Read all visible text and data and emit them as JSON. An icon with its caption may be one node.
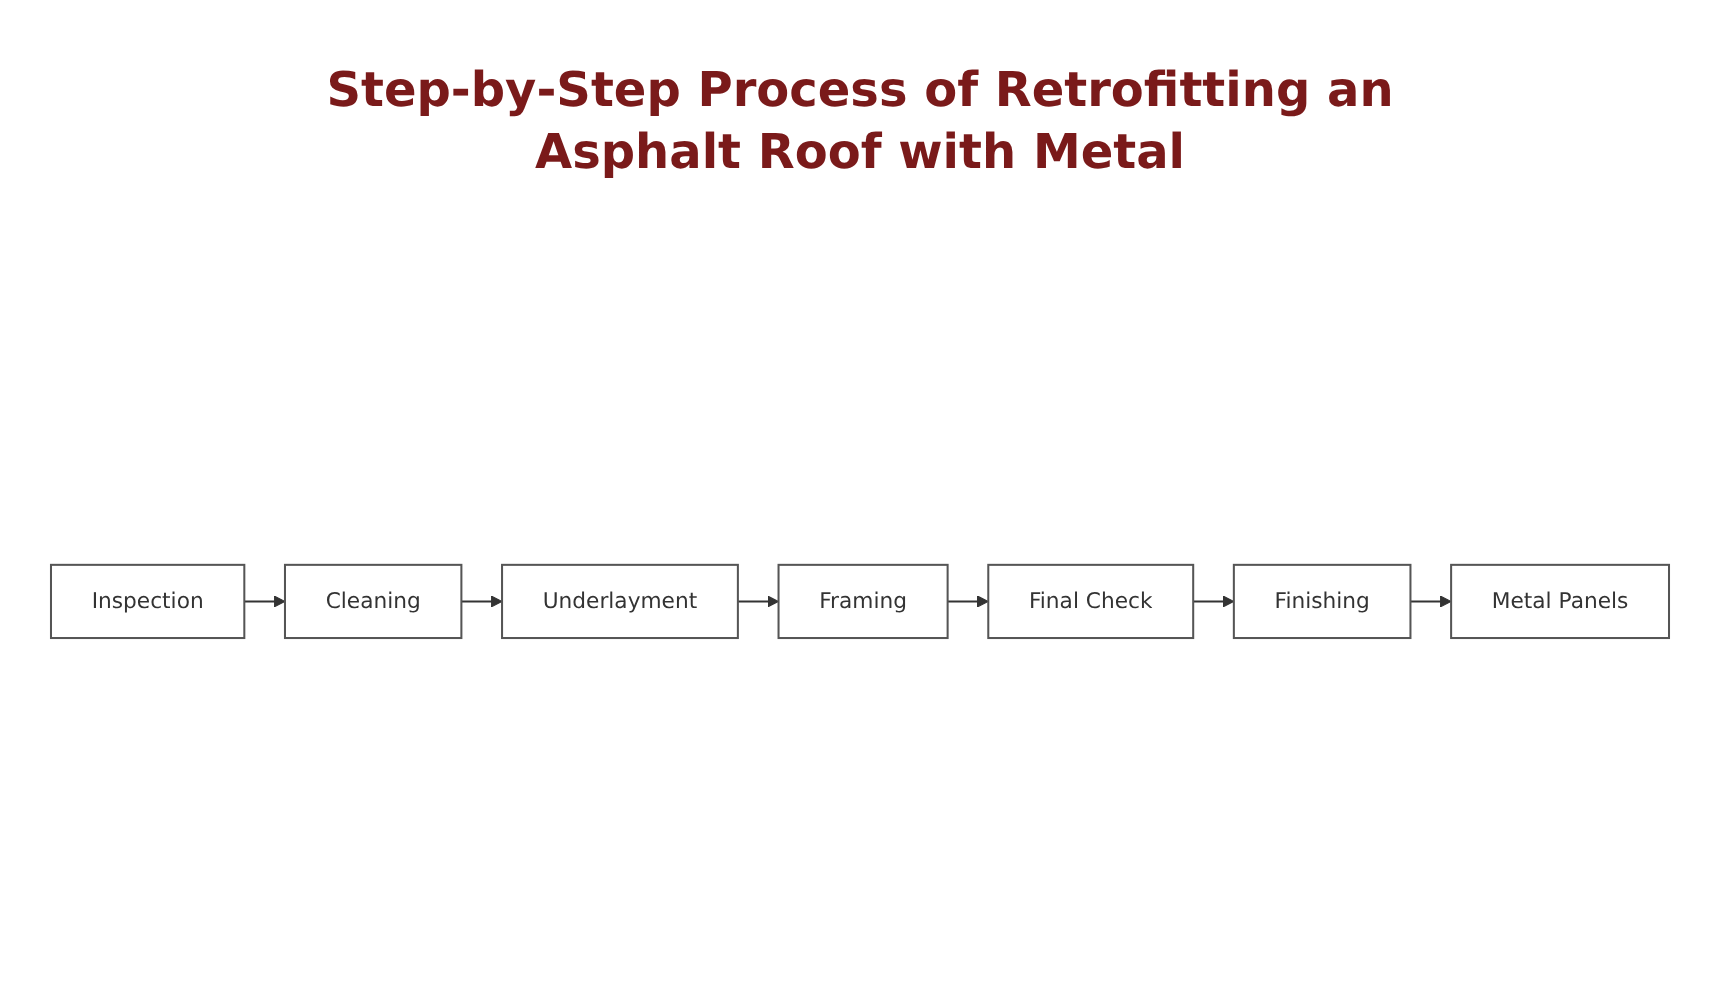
{
  "diagram": {
    "title": "Step-by-Step Process of Retrofitting an Asphalt Roof with Metal",
    "nodes": [
      {
        "text": [
          "Inspection"
        ]
      },
      {
        "text": [
          "Cleaning"
        ]
      },
      {
        "text": [
          "Underlayment"
        ]
      },
      {
        "text": [
          "Framing"
        ]
      },
      {
        "text": [
          "Final Check"
        ]
      },
      {
        "text": [
          "Finishing"
        ]
      },
      {
        "text": [
          "Metal Panels"
        ]
      }
    ],
    "edges": [
      {
        "from": 0,
        "to": 1,
        "arrow": "to"
      },
      {
        "from": 1,
        "to": 2,
        "arrow": "to"
      },
      {
        "from": 2,
        "to": 3,
        "arrow": "to"
      },
      {
        "from": 3,
        "to": 4,
        "arrow": "to"
      },
      {
        "from": 4,
        "to": 5,
        "arrow": "to"
      },
      {
        "from": 5,
        "to": 6,
        "arrow": "to"
      }
    ]
  }
}
